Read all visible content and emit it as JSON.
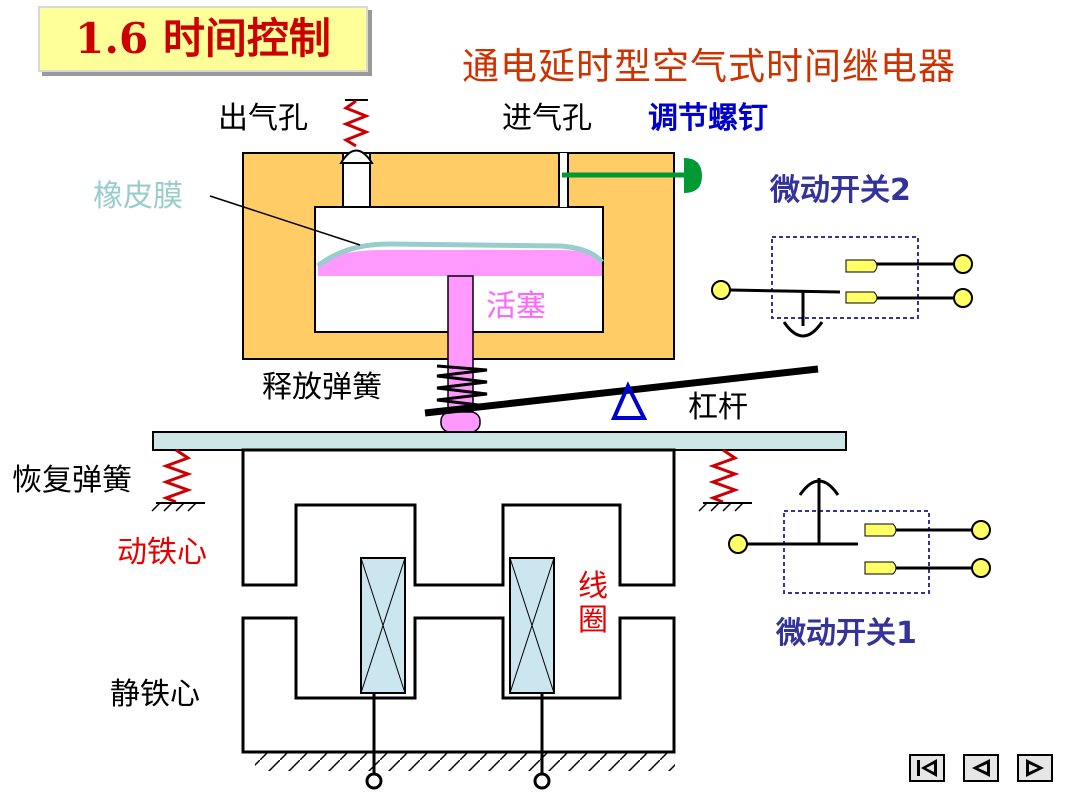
{
  "section_title": "1.6 时间控制",
  "diagram_title": "通电延时型空气式时间继电器",
  "labels": {
    "outlet_hole": "出气孔",
    "inlet_hole": "进气孔",
    "adjust_screw": "调节螺钉",
    "rubber_membrane": "橡皮膜",
    "piston": "活塞",
    "release_spring": "释放弹簧",
    "lever": "杠杆",
    "reset_spring": "恢复弹簧",
    "moving_core": "动铁心",
    "coil": "线圈",
    "static_core": "静铁心",
    "microswitch_2": "微动开关2",
    "microswitch_1": "微动开关1"
  },
  "colors": {
    "section_title_text": "#cc0000",
    "section_title_bg": "#ffff99",
    "diagram_title": "#cc3300",
    "chamber_fill": "#ffcc66",
    "piston": "#ff99ff",
    "membrane": "#99cccc",
    "screw": "#009933",
    "armature_bar": "#cce6e6",
    "coil": "#cce6f0",
    "switch_contact": "#ffff66",
    "pivot": "#0000cc",
    "switch_frame": "#333399"
  },
  "nav": {
    "first_icon": "first-slide-icon",
    "prev_icon": "previous-slide-icon",
    "next_icon": "next-slide-icon"
  }
}
